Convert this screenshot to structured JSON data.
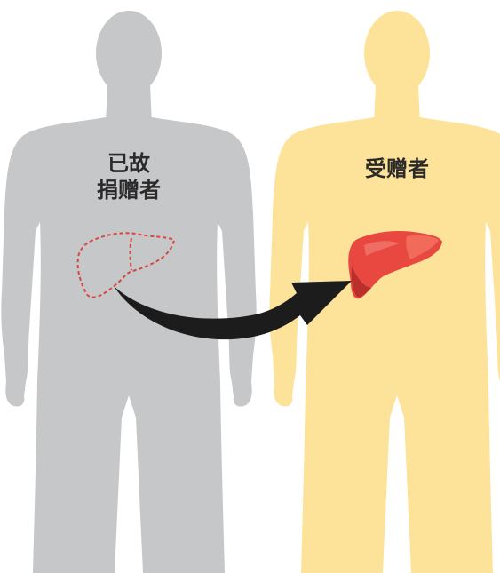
{
  "donor": {
    "label_line1": "已故",
    "label_line2": "捐赠者",
    "silhouette_color": "#c6c7c9",
    "liver_outline_color": "#d9463f"
  },
  "recipient": {
    "label": "受赠者",
    "silhouette_color": "#fde39a",
    "liver_color": "#e8483f",
    "liver_highlight_color": "#f26a5a",
    "liver_shadow_color": "#b92f2b"
  },
  "arrow": {
    "color": "#1c1c1c",
    "direction": "donor-to-recipient"
  },
  "icons": [
    "human-silhouette-icon",
    "liver-icon",
    "curved-arrow-icon"
  ]
}
